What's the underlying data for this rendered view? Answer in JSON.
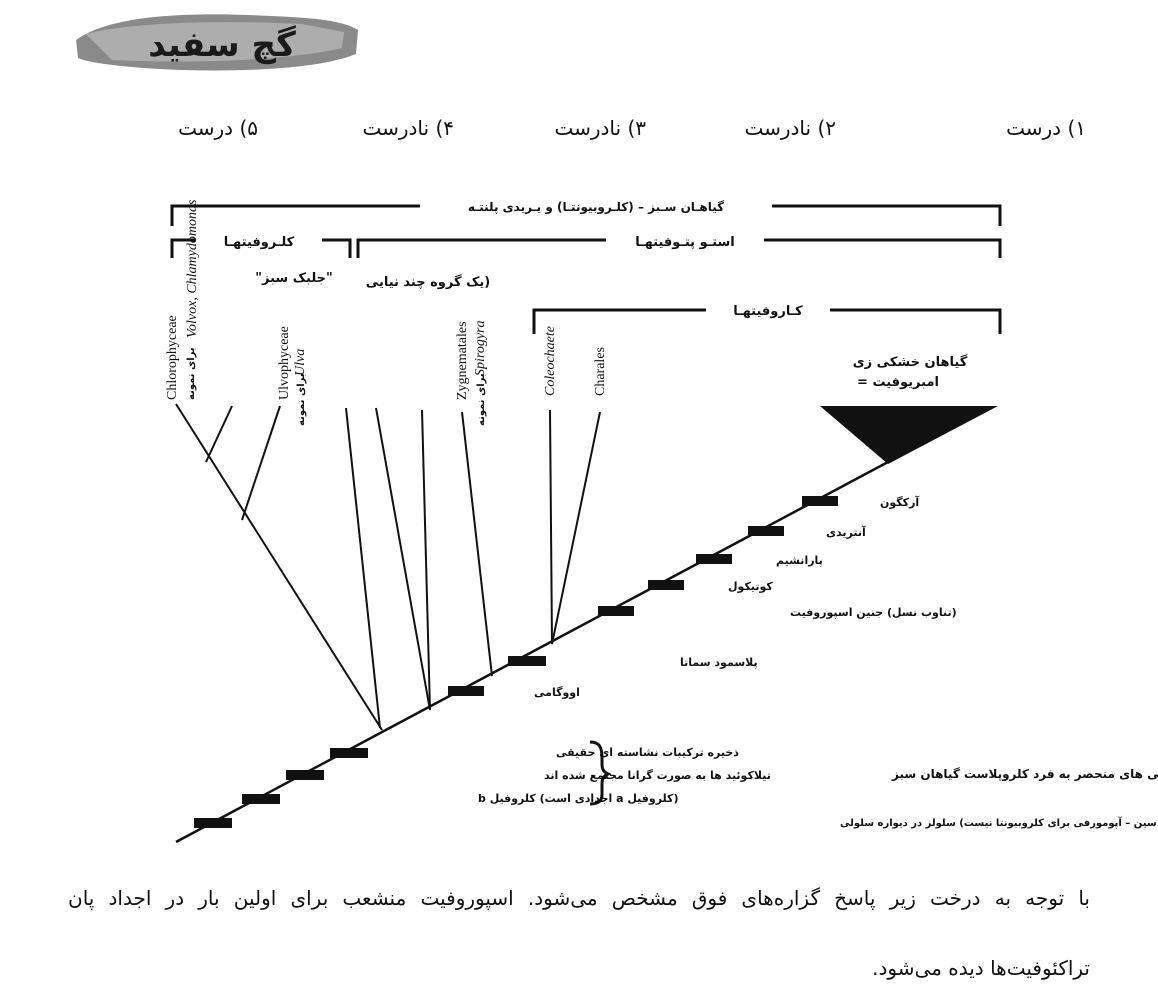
{
  "logo": {
    "text": "گچ سفید"
  },
  "answers": [
    {
      "text": "۱) درست"
    },
    {
      "text": "۲) نادرست"
    },
    {
      "text": "۳) نادرست"
    },
    {
      "text": "۴) نادرست"
    },
    {
      "text": "۵) درست"
    }
  ],
  "diagram": {
    "brackets": {
      "green_plants": "گیاهـان سـبز – (کلـروبیونتـا) و یـریدی پلنتـه",
      "chlorophytes": "کلـروفیتهـا",
      "streptophytes": "استـو پتـوفیتهـا",
      "charophytes": "کـاروفیتهـا"
    },
    "groups": {
      "green_algae": "\"جلبک سبز\"",
      "paraphyletic": "(یک گروه چند نیایی"
    },
    "taxa": {
      "chlorophyceae": "Chlorophyceae",
      "chlorophyceae_examples": "Volvox, Chlamydomonas",
      "ulvophyceae": "Ulvophyceae",
      "ulvophyceae_example": "Ulva",
      "zygnematales": "Zygnematales",
      "zygnematales_example": "Spirogyra",
      "coleochaete": "Coleochaete",
      "charales": "Charales",
      "example_note": "برای نمونه"
    },
    "land_plants": {
      "line1": "گیاهان خشکی زی",
      "line2": "امبریوفیت ="
    },
    "traits": [
      "آرکگون",
      "آنتریدی",
      "پارانشیم",
      "کوتیکول",
      "(تناوب نسل) جنین اسپوروفیت",
      "پلاسمود سماتا",
      "اووگامی",
      "ذخیره ترکیبات نشاسته ای حقیقی",
      "تیلاکوئید ها به صورت گرانا مجتمع شده اند",
      "(کلروفیل a اجدادی است) کلروفیل b",
      "(ممکن است زودتر تکامل یافته باشد و بنابراین به تنهایی یک سین – آپومورفی برای کلروبیونتا نیست) سلولز در دیواره سلولی"
    ],
    "unique_traits_label": "ویژگی های منحصر به فرد کلروپلاست گیاهان سبز"
  },
  "caption": {
    "line1": "با توجه به درخت زیر پاسخ گزاره‌های فوق مشخص می‌شود. اسپوروفیت منشعب برای اولین بار در اجداد پان",
    "line2": "تراکئوفیت‌ها دیده می‌شود."
  }
}
